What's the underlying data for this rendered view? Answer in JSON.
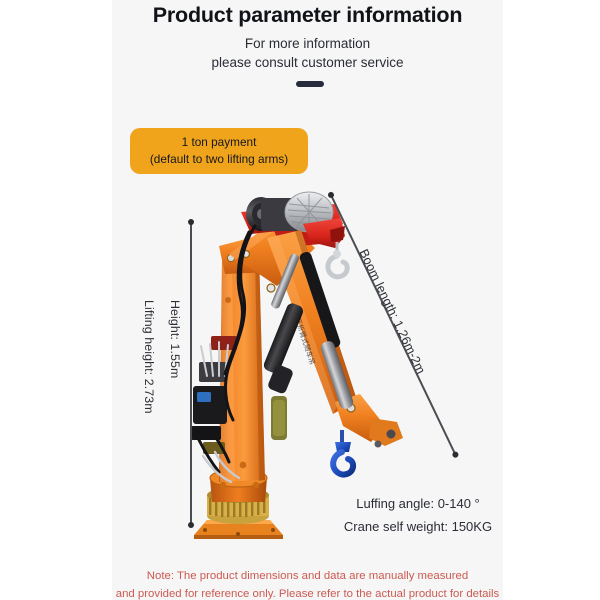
{
  "header": {
    "title": "Product parameter information",
    "subtitle_line1": "For more information",
    "subtitle_line2": "please consult customer service",
    "divider": "dash-separator"
  },
  "badge": {
    "line1": "1 ton payment",
    "line2": "(default to two lifting arms)",
    "color": "#f0a41c"
  },
  "dimensions": {
    "height": "Height: 1.55m",
    "lifting_height": "Lifting height: 2.73m",
    "boom_length": "Boom length: 1.26m-2m"
  },
  "specs": {
    "luffing_angle": "Luffing angle: 0-140 °",
    "self_weight": "Crane self weight: 150KG"
  },
  "note": {
    "line1": "Note: The product dimensions and data are manually measured",
    "line2": "and provided for reference only. Please refer to the actual product for details",
    "color": "#cc5a52"
  },
  "product": {
    "name": "hydraulic-truck-crane",
    "body_color": "#ef7e1f",
    "accent_color": "#e02b22",
    "hook_color": "#1b49b8"
  }
}
